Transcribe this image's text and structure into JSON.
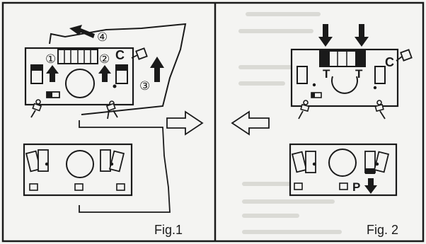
{
  "fig1": {
    "caption": "Fig.1",
    "markers": [
      "①",
      "②",
      "③",
      "④"
    ],
    "c_label": "C"
  },
  "fig2": {
    "caption": "Fig. 2",
    "c_label": "C",
    "t_labels": [
      "T",
      "T"
    ],
    "p_label": "P"
  },
  "colors": {
    "ink": "#1a1a1a",
    "paper": "#f4f4f2",
    "ghost": "#b8b8b2"
  },
  "icons": [
    "arrow-up-icon",
    "arrow-down-icon",
    "hollow-arrow-right-icon",
    "hollow-arrow-left-icon",
    "pin-icon",
    "knob-icon"
  ]
}
